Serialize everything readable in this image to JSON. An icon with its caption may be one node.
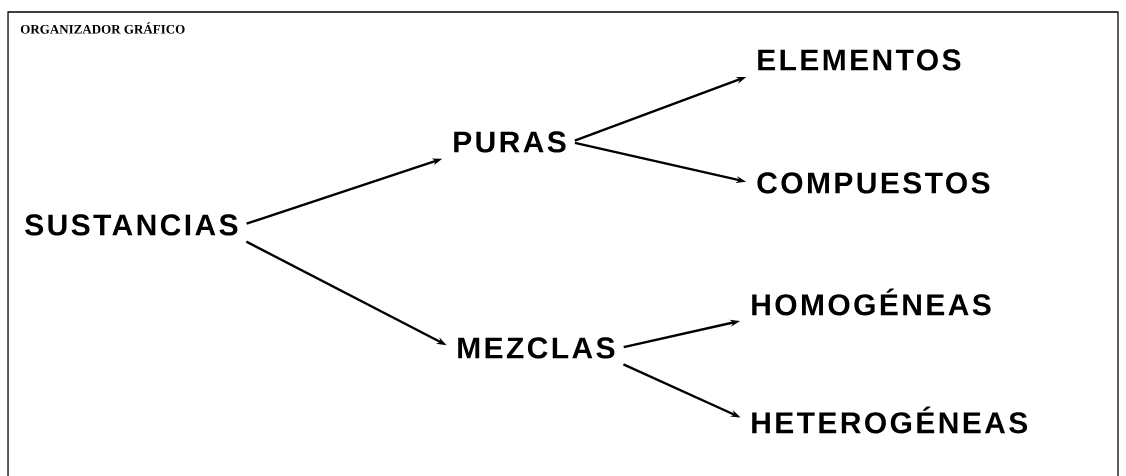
{
  "diagram": {
    "title": "ORGANIZADOR GRÁFICO",
    "nodes": [
      {
        "text": [
          "SUSTANCIAS"
        ]
      },
      {
        "text": [
          "PURAS"
        ]
      },
      {
        "text": [
          "MEZCLAS"
        ]
      },
      {
        "text": [
          "ELEMENTOS"
        ]
      },
      {
        "text": [
          "COMPUESTOS"
        ]
      },
      {
        "text": [
          "HOMOGÉNEAS"
        ]
      },
      {
        "text": [
          "HETEROGÉNEAS"
        ]
      }
    ],
    "edges": [
      {
        "from": 0,
        "to": 1,
        "arrow": "to"
      },
      {
        "from": 0,
        "to": 2,
        "arrow": "to"
      },
      {
        "from": 1,
        "to": 3,
        "arrow": "to"
      },
      {
        "from": 1,
        "to": 4,
        "arrow": "to"
      },
      {
        "from": 2,
        "to": 5,
        "arrow": "to"
      },
      {
        "from": 2,
        "to": 6,
        "arrow": "to"
      }
    ]
  }
}
